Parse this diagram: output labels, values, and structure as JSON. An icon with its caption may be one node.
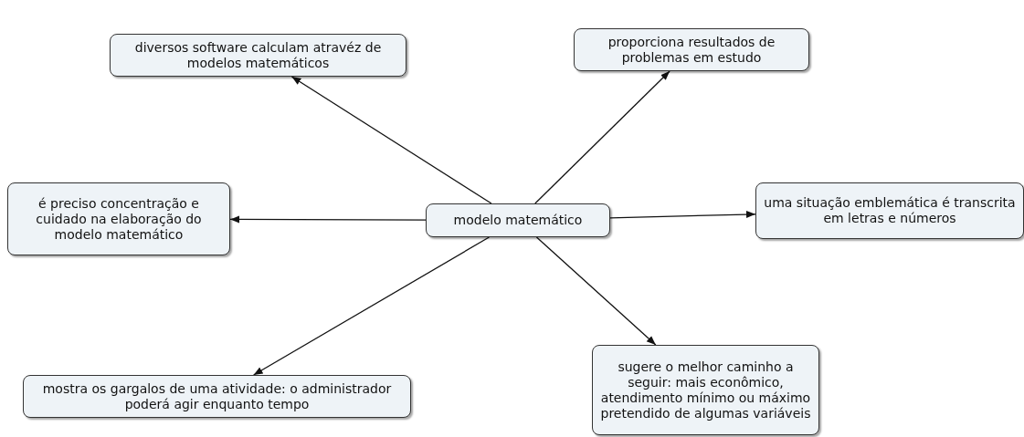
{
  "diagram": {
    "nodes": [
      {
        "text": [
          "modelo matemático"
        ]
      },
      {
        "text": [
          "diversos software calculam atravéz de modelos matemáticos"
        ]
      },
      {
        "text": [
          "proporciona resultados de problemas em estudo"
        ]
      },
      {
        "text": [
          "é preciso concentração e cuidado na elaboração do modelo matemático"
        ]
      },
      {
        "text": [
          "uma situação emblemática é transcrita em letras e números"
        ]
      },
      {
        "text": [
          "mostra os gargalos de uma atividade: o administrador poderá agir enquanto tempo"
        ]
      },
      {
        "text": [
          "sugere o melhor caminho a seguir: mais econômico, atendimento mínimo ou máximo pretendido de algumas variáveis"
        ]
      }
    ],
    "edges": [
      {
        "from": 0,
        "to": 1,
        "arrow": "to"
      },
      {
        "from": 0,
        "to": 2,
        "arrow": "to"
      },
      {
        "from": 0,
        "to": 3,
        "arrow": "to"
      },
      {
        "from": 0,
        "to": 4,
        "arrow": "to"
      },
      {
        "from": 0,
        "to": 5,
        "arrow": "to"
      },
      {
        "from": 0,
        "to": 6,
        "arrow": "to"
      }
    ]
  }
}
